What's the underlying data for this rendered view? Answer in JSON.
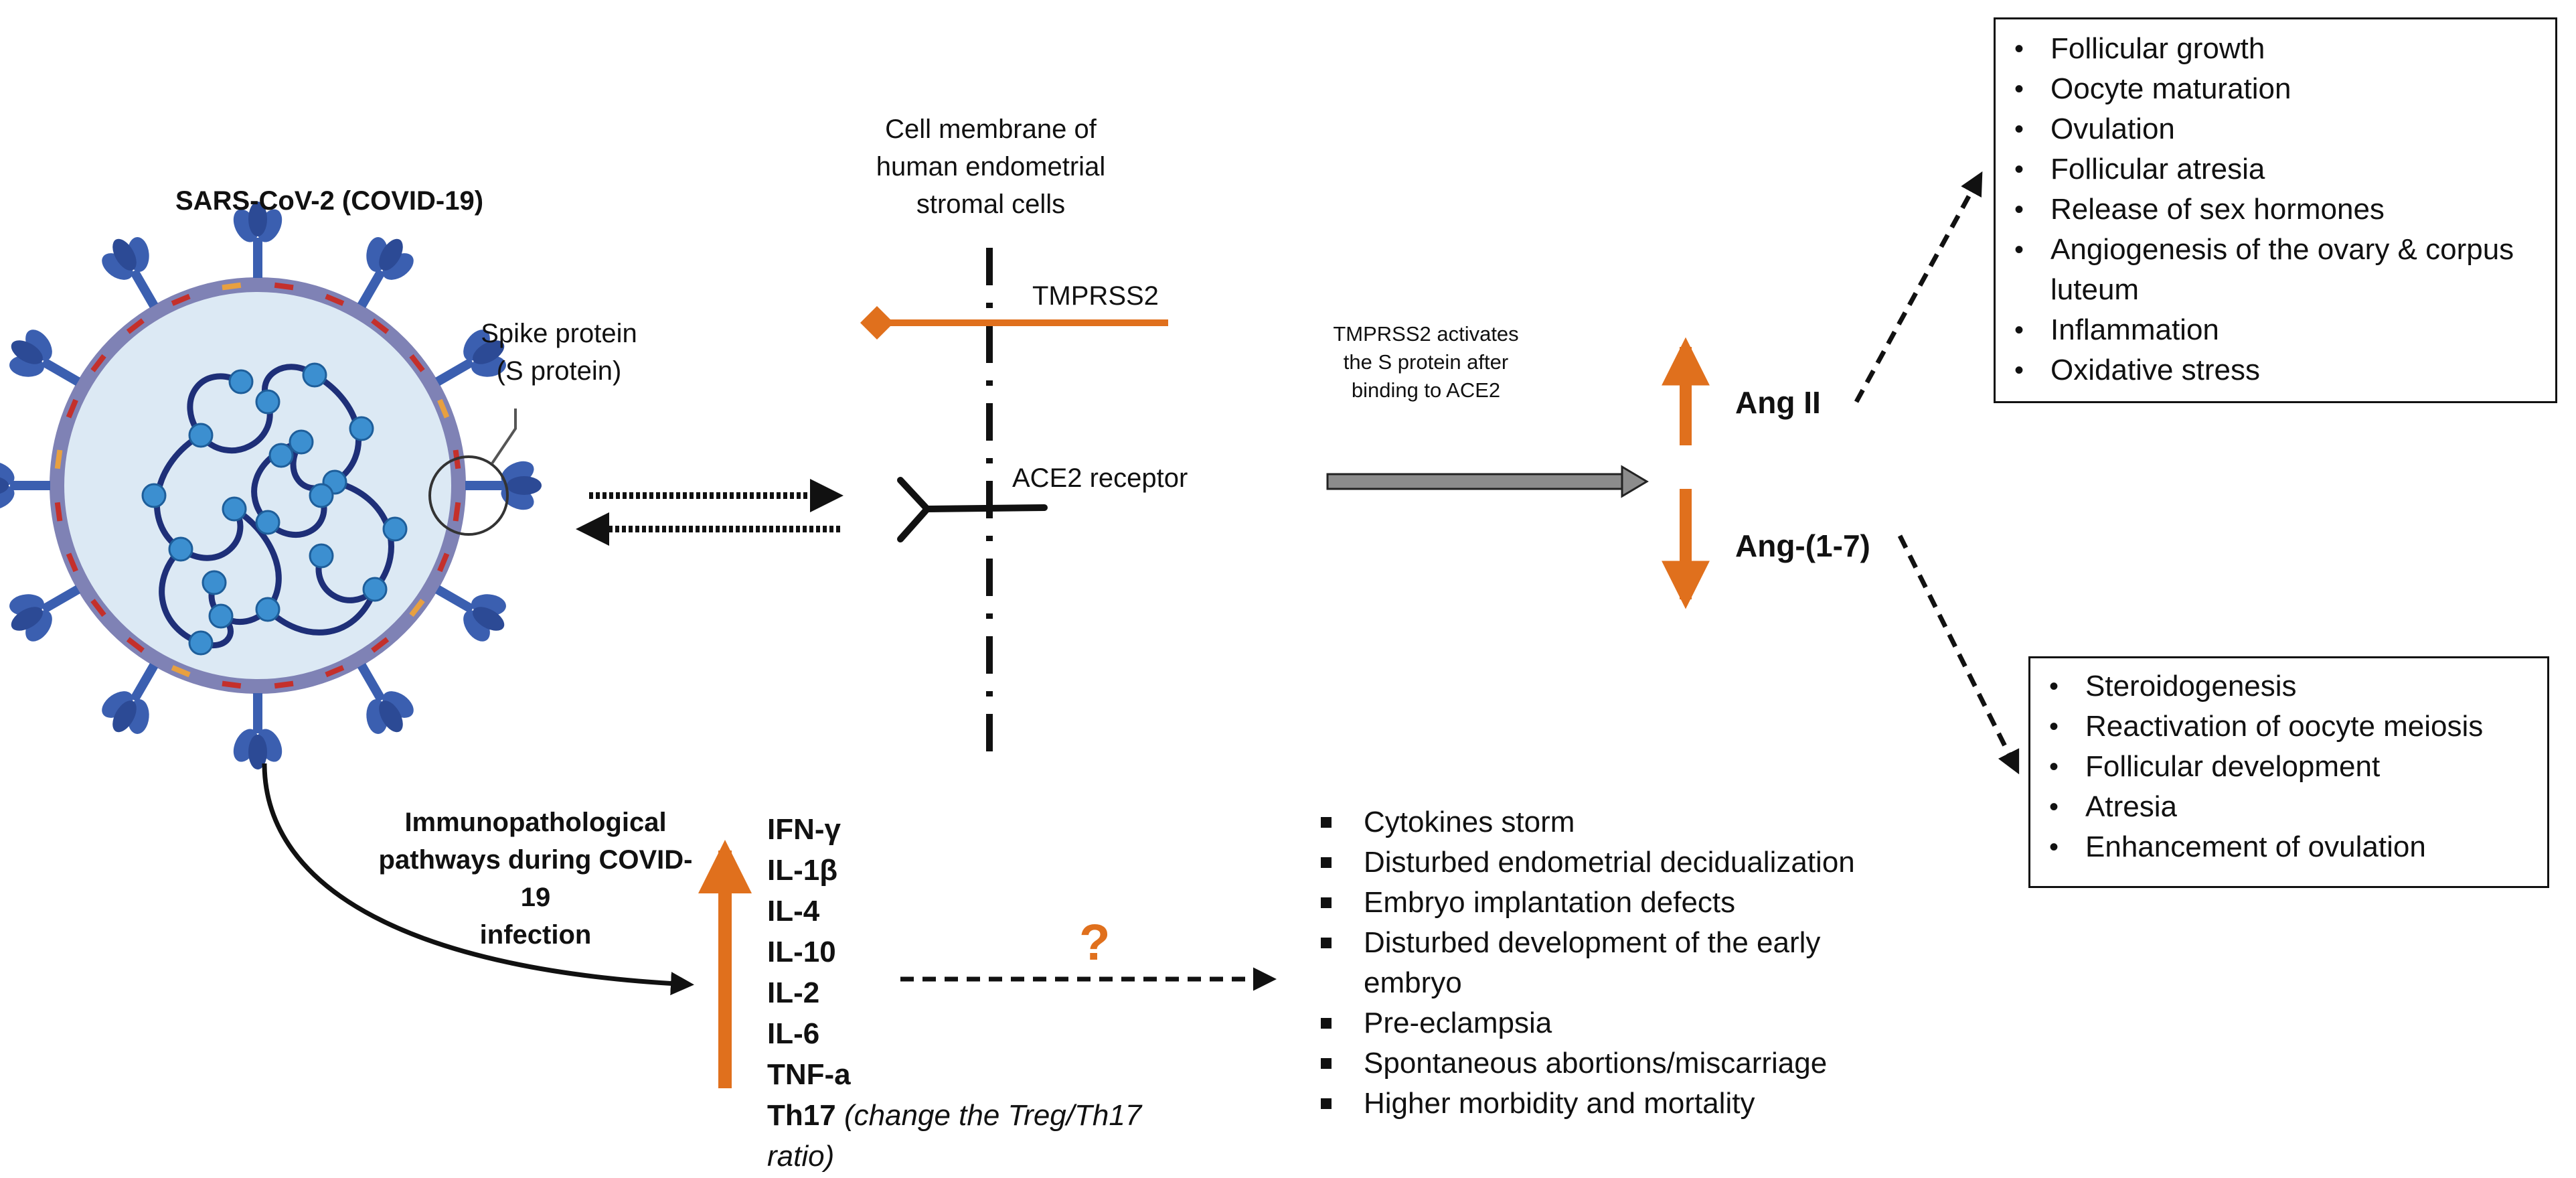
{
  "virus": {
    "title": "SARS-CoV-2 (COVID-19)",
    "spike_label_1": "Spike protein",
    "spike_label_2": "(S protein)"
  },
  "membrane": {
    "line1": "Cell membrane of",
    "line2": "human endometrial",
    "line3": "stromal cells"
  },
  "tmprss2": {
    "label": "TMPRSS2",
    "activation_line1": "TMPRSS2 activates",
    "activation_line2": "the S protein after",
    "activation_line3": "binding to ACE2"
  },
  "ace2": {
    "label": "ACE2 receptor"
  },
  "ang": {
    "ang2": "Ang II",
    "ang17": "Ang-(1-7)"
  },
  "ang2_effects": [
    "Follicular growth",
    "Oocyte maturation",
    "Ovulation",
    "Follicular atresia",
    "Release of sex hormones",
    "Angiogenesis of the ovary & corpus",
    "luteum",
    "Inflammation",
    "Oxidative stress"
  ],
  "ang17_effects": [
    "Steroidogenesis",
    "Reactivation of oocyte meiosis",
    "Follicular development",
    "Atresia",
    "Enhancement of ovulation"
  ],
  "immuno": {
    "line1": "Immunopathological",
    "line2": "pathways during COVID-19",
    "line3": "infection"
  },
  "cytokines": [
    "IFN-γ",
    "IL-1β",
    "IL-4",
    "IL-10",
    "IL-2",
    "IL-6",
    "TNF-a"
  ],
  "th17": {
    "name": "Th17",
    "note_line1": "(change the Treg/Th17",
    "note_line2": "ratio)"
  },
  "question_mark": "?",
  "outcomes": [
    "Cytokines storm",
    "Disturbed endometrial decidualization",
    "Embryo implantation defects",
    "Disturbed development of the early",
    "embryo",
    "Pre-eclampsia",
    "Spontaneous abortions/miscarriage",
    "Higher morbidity and mortality"
  ],
  "colors": {
    "orange": "#E0701D",
    "virus_body": "#DCE9F4",
    "virus_ring": "#7F82B5",
    "spike": "#3B5FB0",
    "nodes": "#3C8FD0",
    "rna": "#1E2F78",
    "gray_arrow": "#8C8C8C"
  }
}
